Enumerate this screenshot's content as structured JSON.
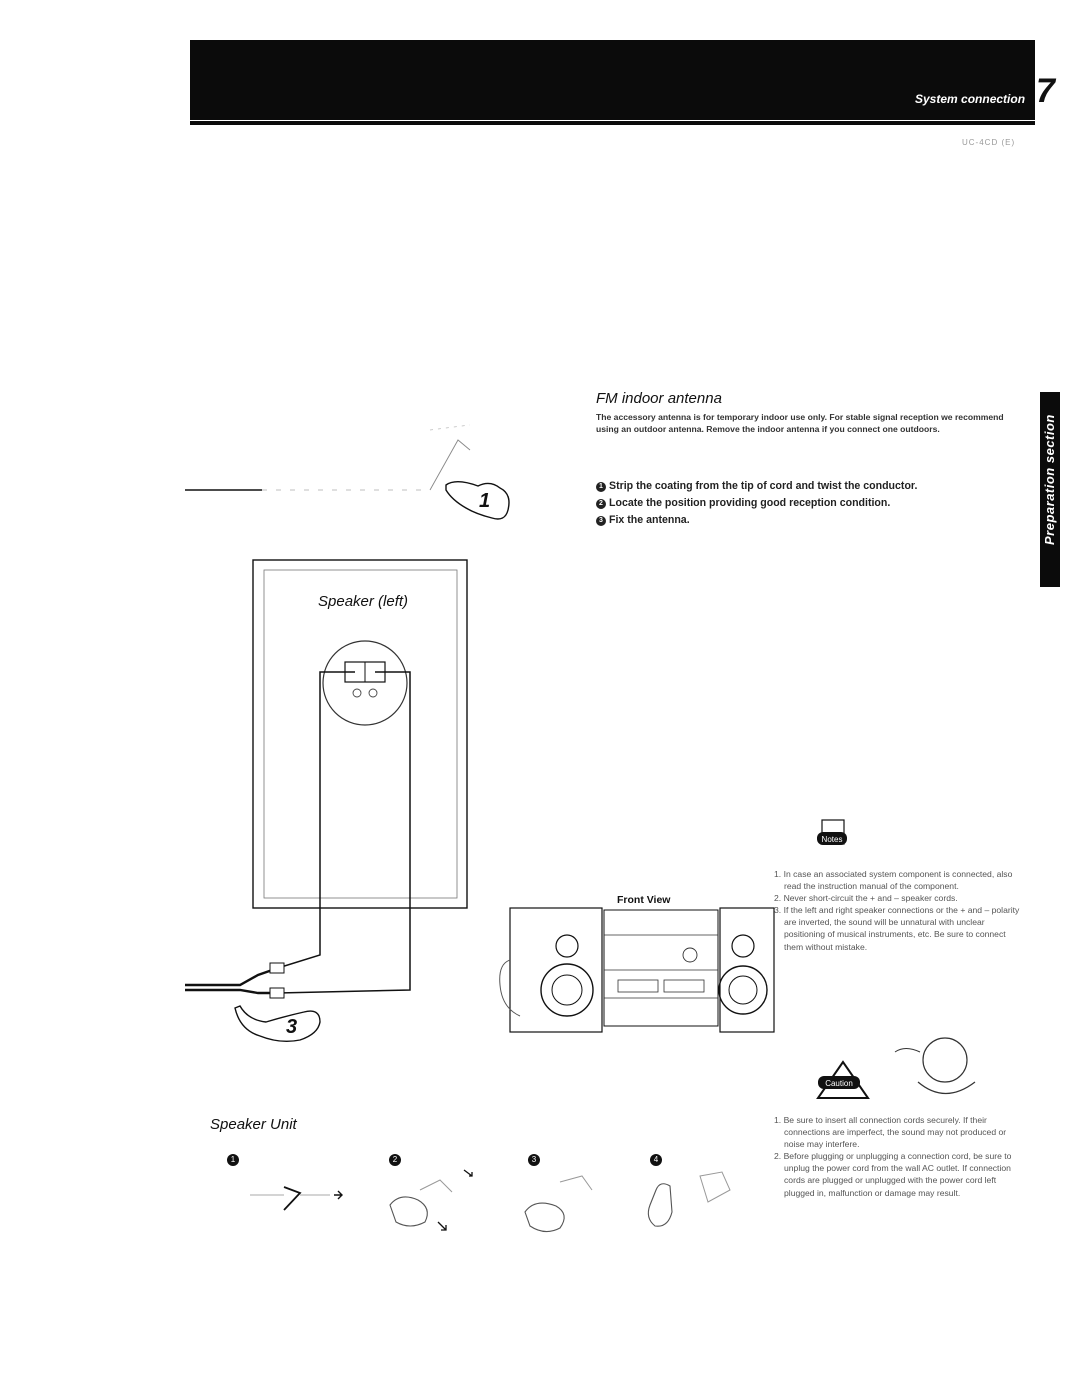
{
  "header": {
    "title": "System connection",
    "page_number": "7",
    "code": "UC-4CD (E)"
  },
  "side_tab": "Preparation section",
  "fm": {
    "heading": "FM indoor antenna",
    "description": "The accessory antenna is for temporary indoor use only. For stable signal reception we recommend using an outdoor antenna. Remove the indoor antenna if you connect one outdoors.",
    "steps": [
      {
        "num": "1",
        "text": "Strip the coating from the tip of cord and twist the conductor."
      },
      {
        "num": "2",
        "text": "Locate the position providing good reception condition."
      },
      {
        "num": "3",
        "text": "Fix the antenna."
      }
    ]
  },
  "diagram": {
    "speaker_left_label": "Speaker (left)",
    "front_view_label": "Front View",
    "callout_1": "1",
    "callout_3": "3",
    "notes_badge": "Notes",
    "caution_badge": "Caution"
  },
  "notes": [
    {
      "num": "1.",
      "text": "In case an associated system component is connected, also read the instruction manual of the component."
    },
    {
      "num": "2.",
      "text": "Never short-circuit the + and – speaker cords."
    },
    {
      "num": "3.",
      "text": "If the left and right speaker connections or the + and – polarity are inverted, the sound will be unnatural with unclear positioning of musical instruments, etc. Be sure to connect them without mistake."
    }
  ],
  "caution": [
    {
      "num": "1.",
      "text": "Be sure to insert all connection cords securely. If their connections are imperfect, the sound may not produced or noise may interfere."
    },
    {
      "num": "2.",
      "text": "Before plugging or unplugging a connection cord, be sure to unplug the power cord from the wall AC outlet. If connection cords are plugged or unplugged with the power cord left plugged in, malfunction or damage may result."
    }
  ],
  "speaker_unit": {
    "heading": "Speaker Unit",
    "steps": [
      "1",
      "2",
      "3",
      "4"
    ]
  }
}
